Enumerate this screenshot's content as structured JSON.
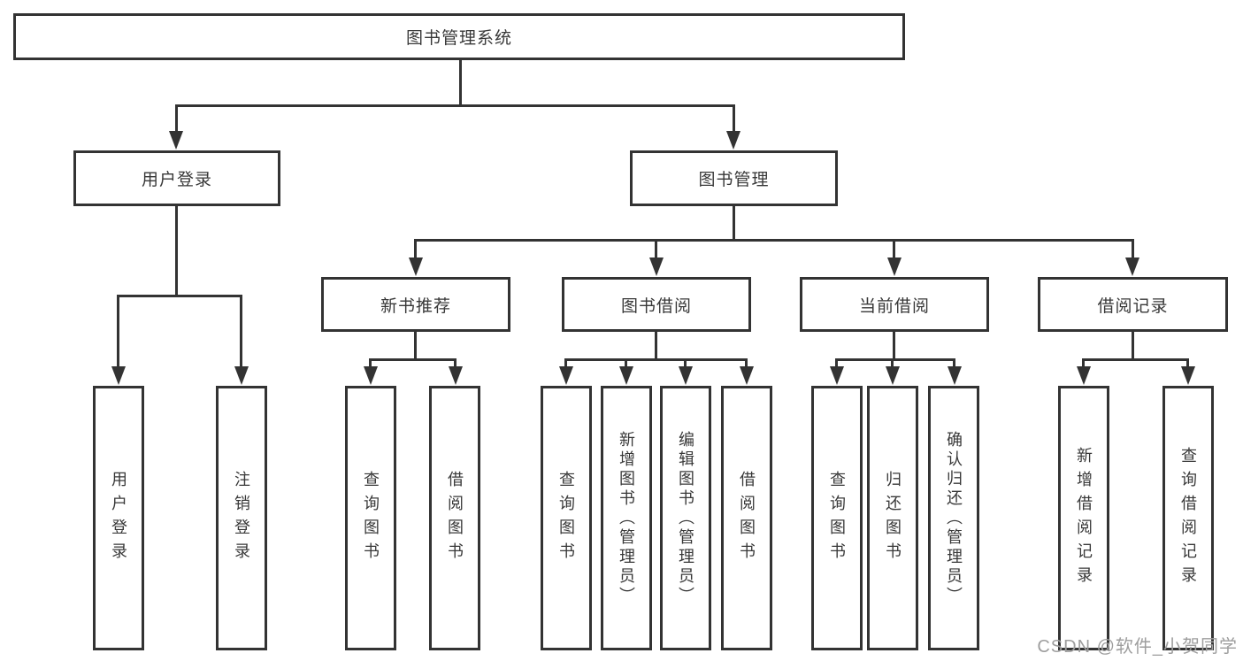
{
  "diagram": {
    "title_node": "图书管理系统",
    "level2": {
      "user_login": "用户登录",
      "book_mgmt": "图书管理"
    },
    "level3": {
      "new_book_rec": "新书推荐",
      "book_borrow": "图书借阅",
      "current_borrow": "当前借阅",
      "borrow_records": "借阅记录"
    },
    "leaves": {
      "login": "用户登录",
      "logout": "注销登录",
      "rec_query_book": "查询图书",
      "rec_borrow_book": "借阅图书",
      "bb_query_book": "查询图书",
      "bb_add_book": "新增图书（管理员）",
      "bb_edit_book": "编辑图书（管理员）",
      "bb_borrow_book": "借阅图书",
      "cb_query_book": "查询图书",
      "cb_return_book": "归还图书",
      "cb_confirm_return": "确认归还（管理员）",
      "br_add_record": "新增借阅记录",
      "br_query_record": "查询借阅记录"
    }
  },
  "watermark": "CSDN @软件_小贺同学",
  "colors": {
    "line": "#333333",
    "text": "#383838",
    "watermark": "#9e9e9e",
    "background": "#ffffff"
  }
}
